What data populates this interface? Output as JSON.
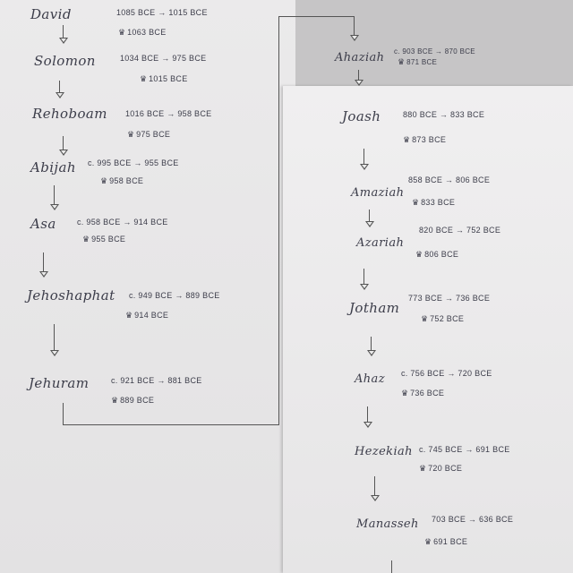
{
  "left_column": [
    {
      "name": "David",
      "dates": "1085 BCE → 1015 BCE",
      "crown": "1063 BCE"
    },
    {
      "name": "Solomon",
      "dates": "1034 BCE → 975 BCE",
      "crown": "1015 BCE"
    },
    {
      "name": "Rehoboam",
      "dates": "1016 BCE → 958 BCE",
      "crown": "975 BCE"
    },
    {
      "name": "Abijah",
      "dates": "c. 995 BCE → 955 BCE",
      "crown": "958 BCE"
    },
    {
      "name": "Asa",
      "dates": "c. 958 BCE → 914 BCE",
      "crown": "955 BCE"
    },
    {
      "name": "Jehoshaphat",
      "dates": "c. 949 BCE → 889 BCE",
      "crown": "914 BCE"
    },
    {
      "name": "Jehuram",
      "dates": "c. 921 BCE → 881 BCE",
      "crown": "889 BCE"
    }
  ],
  "right_column": [
    {
      "name": "Ahaziah",
      "dates": "c. 903 BCE → 870 BCE",
      "crown": "871 BCE"
    },
    {
      "name": "Joash",
      "dates": "880 BCE → 833 BCE",
      "crown": "873 BCE"
    },
    {
      "name": "Amaziah",
      "dates": "858 BCE → 806 BCE",
      "crown": "833 BCE"
    },
    {
      "name": "Azariah",
      "dates": "820 BCE → 752 BCE",
      "crown": "806 BCE"
    },
    {
      "name": "Jotham",
      "dates": "773 BCE → 736 BCE",
      "crown": "752 BCE"
    },
    {
      "name": "Ahaz",
      "dates": "c. 756 BCE → 720 BCE",
      "crown": "736 BCE"
    },
    {
      "name": "Hezekiah",
      "dates": "c. 745 BCE → 691 BCE",
      "crown": "720 BCE"
    },
    {
      "name": "Manasseh",
      "dates": "703 BCE → 636 BCE",
      "crown": "691 BCE"
    }
  ]
}
